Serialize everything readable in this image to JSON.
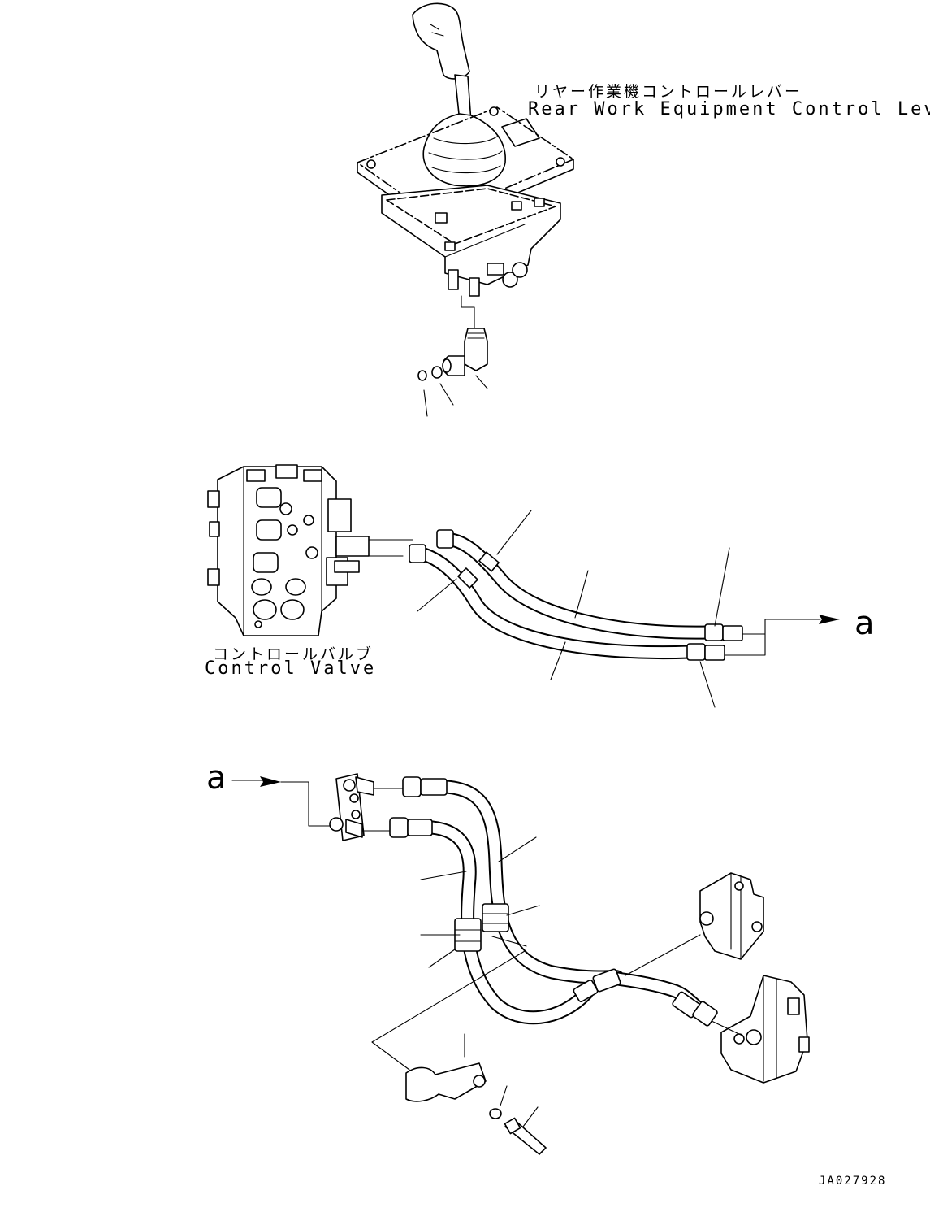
{
  "labels": {
    "lever_jp": "リヤー作業機コントロールレバー",
    "lever_en": "Rear Work Equipment Control Lever",
    "valve_jp": "コントロールバルブ",
    "valve_en": "Control Valve",
    "marker_a_top": "a",
    "marker_a_bottom": "a",
    "drawing_code": "JA027928"
  }
}
